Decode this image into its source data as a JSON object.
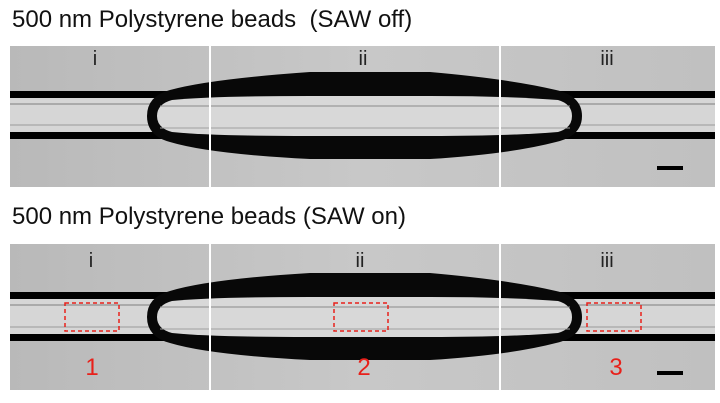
{
  "figure": {
    "top_title": "500 nm Polystyrene beads  (SAW off)",
    "bottom_title": "500 nm Polystyrene beads (SAW on)",
    "panel_labels": [
      "i",
      "ii",
      "iii"
    ],
    "region_numbers": [
      "1",
      "2",
      "3"
    ],
    "colors": {
      "background": "#c3c3c3",
      "channel_wall": "#000000",
      "droplet": "#0a0a0a",
      "divider": "#ffffff",
      "region_box": "#e8201a",
      "region_number": "#e8201a"
    }
  }
}
